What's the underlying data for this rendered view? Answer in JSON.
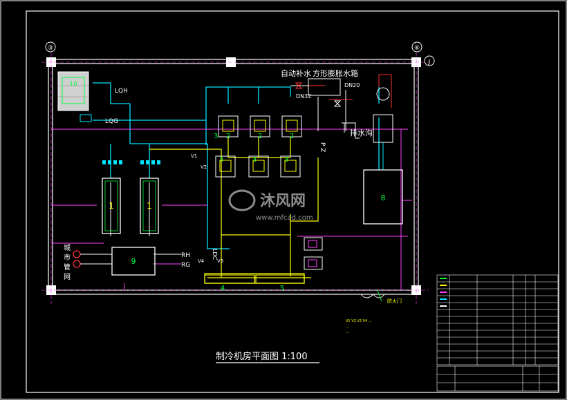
{
  "drawing": {
    "title": "制冷机房平面图 1:100",
    "grid_left": "③",
    "grid_right": "⑥",
    "grid_right_j": "J",
    "auto_makeup_label": "自动补水",
    "tank_label": "方形膨胀水箱",
    "dn20": "DN20",
    "dn32": "DN32",
    "drain_pit": "排水沟",
    "pz_label": "P Z",
    "lqh": "LQH",
    "lqg": "LQG",
    "rh": "RH",
    "rg": "RG",
    "ldc": "LDC",
    "v1": "V1",
    "v2": "V2",
    "v3": "V3",
    "v4": "V4",
    "city_water": [
      "城",
      "市",
      "管",
      "网"
    ],
    "fire_door": "防火门",
    "chiller_num": "1",
    "unit_9": "9",
    "unit_8": "8",
    "unit_4": "4",
    "unit_5": "5",
    "unit_3": "3",
    "unit_2": "2",
    "unit_10": "10",
    "watermark_cn": "沐风网",
    "watermark_url": "www.mfcad.com",
    "note_lines": [
      "V1 V2 V3 V4 ...",
      "...",
      "..."
    ]
  },
  "colors": {
    "background": "#000000",
    "frame": "#ffffff",
    "pipe_cyan": "#00e5ff",
    "pipe_magenta": "#ff40ff",
    "pipe_yellow": "#ffff00",
    "pipe_green": "#00ff40",
    "pipe_red": "#ff3030"
  }
}
